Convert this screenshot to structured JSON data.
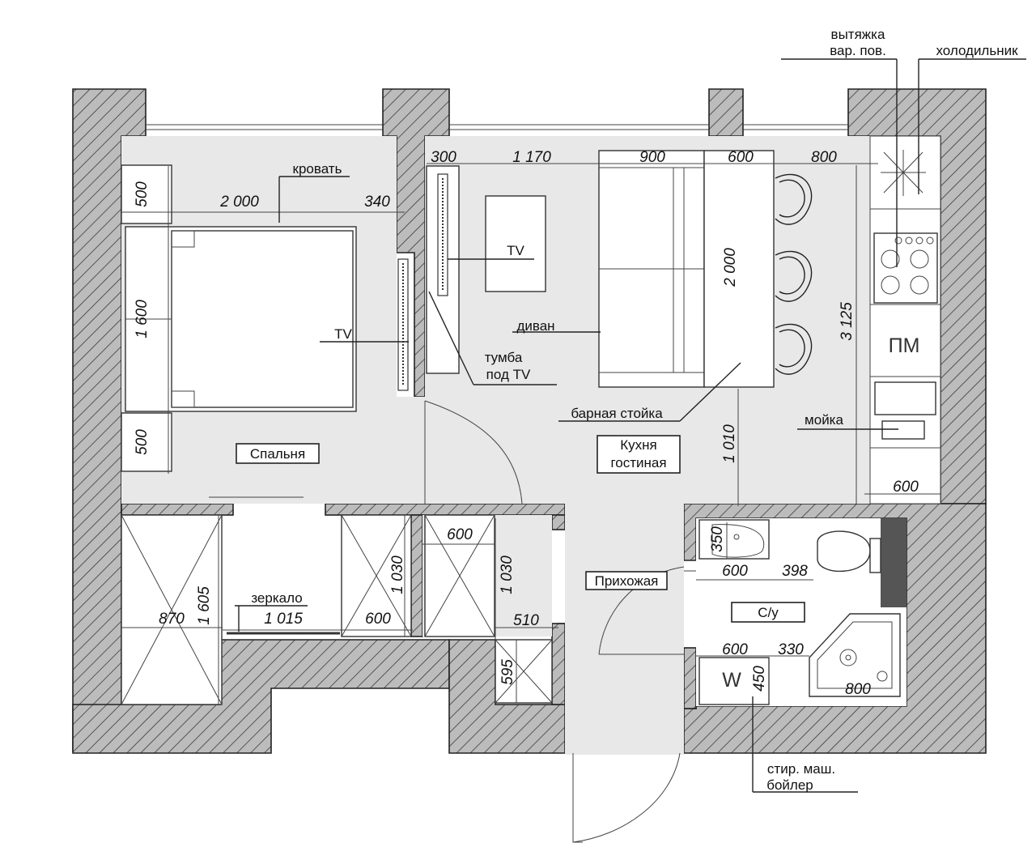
{
  "rooms": {
    "bedroom": "Спальня",
    "kitchen_line1": "Кухня",
    "kitchen_line2": "гостиная",
    "hall": "Прихожая",
    "bathroom": "С/у"
  },
  "labels": {
    "hood": "вытяжка",
    "hob": "вар. пов.",
    "fridge": "холодильник",
    "bed": "кровать",
    "tv_bedroom": "TV",
    "tv_living": "TV",
    "sofa": "диван",
    "tv_stand_line1": "тумба",
    "tv_stand_line2": "под TV",
    "bar_counter": "барная стойка",
    "sink": "мойка",
    "dishwasher": "ПМ",
    "mirror": "зеркало",
    "washer_line1": "стир. маш.",
    "washer_line2": "бойлер",
    "washer_symbol": "W"
  },
  "dimensions": {
    "bed_length": "2 000",
    "bed_gap": "340",
    "bed_width": "1 600",
    "nightstand_top": "500",
    "nightstand_bottom": "500",
    "tv_stand_depth": "300",
    "living_span": "1 170",
    "sofa_width": "900",
    "bar_width": "600",
    "bar_gap": "800",
    "bar_length": "2 000",
    "kitchen_depth": "3 125",
    "bar_to_wall": "1 010",
    "kitchen_cabinet": "600",
    "wardrobe_left_width": "870",
    "wardrobe_left_depth": "1 605",
    "mirror_width": "1 015",
    "wardrobe_mid_width": "600",
    "wardrobe_mid_depth": "1 030",
    "wardrobe_hall_width": "600",
    "wardrobe_hall_depth": "1 030",
    "closet_width": "510",
    "closet_depth": "595",
    "washbasin_depth": "350",
    "washbasin_width": "600",
    "wc_gap": "398",
    "washer_width": "600",
    "washer_gap": "330",
    "washer_depth": "450",
    "shower_width": "800"
  }
}
